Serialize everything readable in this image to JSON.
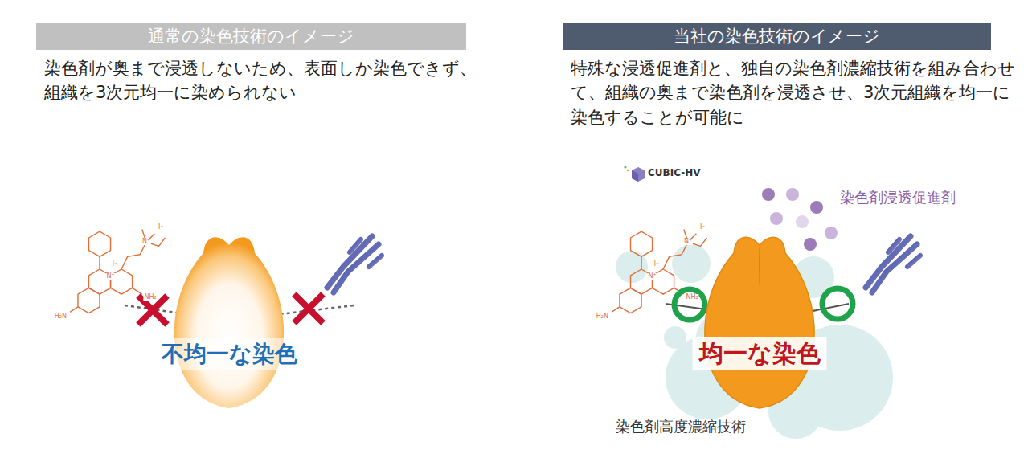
{
  "diagram": {
    "nodes": [
      {
        "text": [
          "通常の染色技術のイメージ"
        ]
      },
      {
        "text": [
          "当社の染色技術のイメージ"
        ]
      },
      {
        "text": [
          "不均一な染色"
        ]
      },
      {
        "text": [
          "均一な染色"
        ]
      }
    ],
    "labels": [
      "染色剤が奥まで浸透しないため、表面しか染色できず、組織を3次元均一に染められない",
      "特殊な浸透促進剤と、独自の染色剤濃縮技術を組み合わせて、組織の奥まで染色剤を浸透させ、3次元組織を均一に染色することが可能に",
      "CUBIC-HV",
      "染色剤浸透促進剤",
      "染色剤高度濃縮技術",
      "N⁺",
      "I⁻",
      "N⁺",
      "I⁻",
      "NH₂",
      "H₂N",
      "N⁺",
      "I⁻",
      "N⁺",
      "I⁻",
      "NH₂",
      "H₂N"
    ]
  }
}
